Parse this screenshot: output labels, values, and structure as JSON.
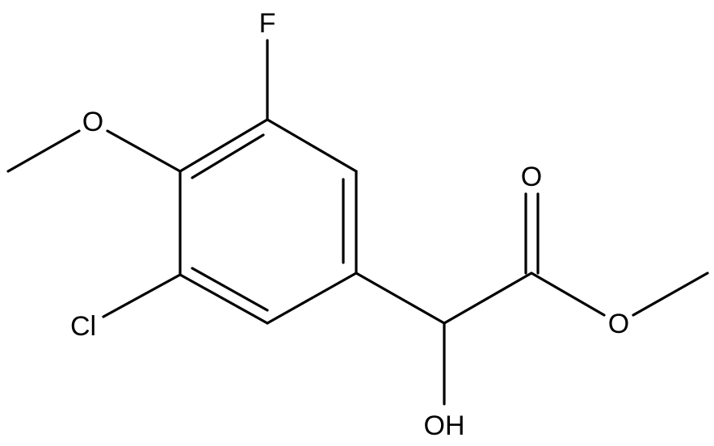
{
  "atoms": {
    "fluorine": "F",
    "methoxy_oxygen": "O",
    "chlorine": "Cl",
    "hydroxyl": "OH",
    "carbonyl_oxygen": "O",
    "ester_oxygen": "O"
  },
  "colors": {
    "bond": "#000000",
    "background": "#ffffff"
  }
}
